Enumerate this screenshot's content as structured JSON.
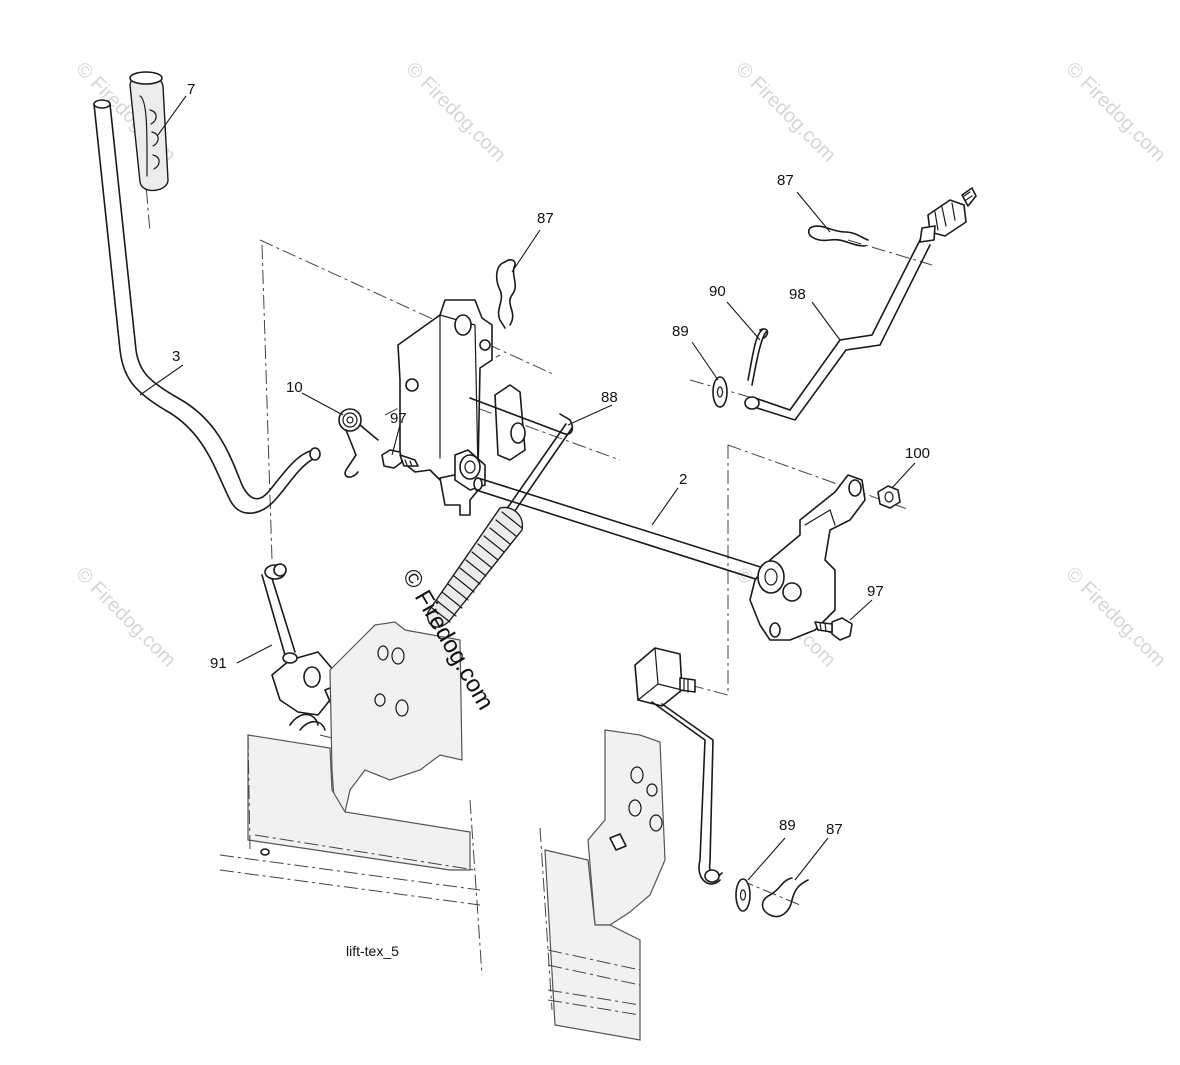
{
  "diagram": {
    "drawing_code": "lift-tex_5",
    "callouts": {
      "c7": "7",
      "c87a": "87",
      "c87b": "87",
      "c87c": "87",
      "c3": "3",
      "c10": "10",
      "c97a": "97",
      "c97b": "97",
      "c88": "88",
      "c90": "90",
      "c89a": "89",
      "c89b": "89",
      "c98": "98",
      "c2": "2",
      "c100": "100",
      "c91": "91"
    },
    "watermark": {
      "text": "© Firedog.com",
      "center_text": "© Firedog.com"
    }
  }
}
